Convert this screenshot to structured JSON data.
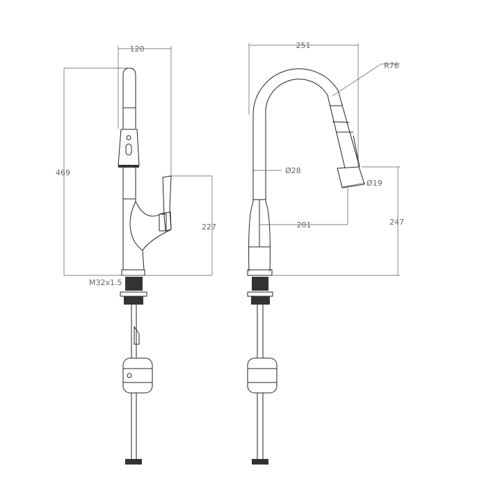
{
  "front_view": {
    "dim_width": "120",
    "dim_total_height": "469",
    "dim_handle_height": "227",
    "thread_label": "M32x1.5"
  },
  "side_view": {
    "dim_reach_total": "251",
    "dim_radius": "R76",
    "dim_body_dia": "Ø28",
    "dim_head_dia": "Ø19",
    "dim_spout_reach": "201",
    "dim_outlet_height": "247"
  }
}
